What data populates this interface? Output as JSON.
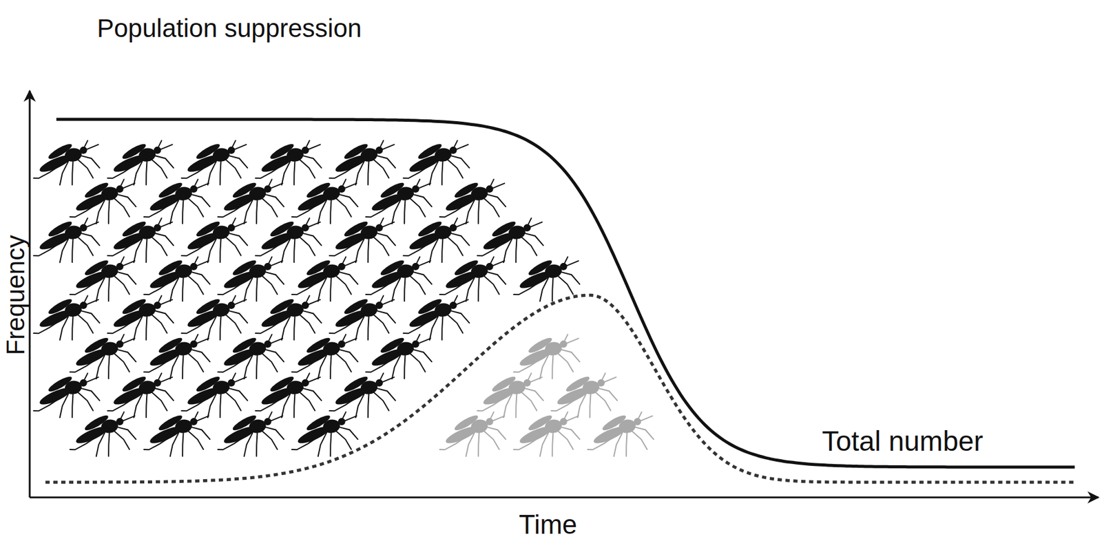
{
  "diagram": {
    "title": "Population suppression",
    "labels": [
      "Frequency",
      "Time",
      "Total number"
    ]
  }
}
